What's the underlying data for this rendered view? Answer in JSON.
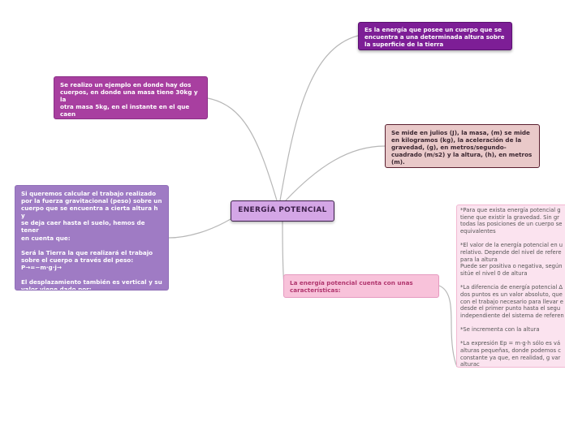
{
  "central": {
    "label": "ENERGÍA POTENCIAL"
  },
  "nodes": {
    "definition": "Es la energía que posee un cuerpo que se\nencuentra a una determinada altura sobre\nla superficie de la tierra",
    "example": "Se realizo un ejemplo en donde hay dos\ncuerpos, en donde una masa tiene 30kg y la\notra masa 5kg, en el instante en el que caen\nla energía va hacer diferente, la mayor sera\nla que tenga una masa mayor.",
    "units": "Se mide en julios (J), la masa, (m) se mide\nen kilogramos (kg), la aceleración de la\ngravedad, (g), en metros/segundo-\ncuadrado (m/s2) y la altura, (h), en metros\n(m).",
    "work": "Si queremos calcular el trabajo realizado\npor la fuerza gravitacional (peso) sobre un\ncuerpo que se encuentra a cierta altura h y\nse deja caer hasta el suelo, hemos de tener\nen cuenta que:\n\nSerá la Tierra la que realizará el trabajo\nsobre el cuerpo a través del peso:\nP→=−m·g·j→\n\nEl desplazamiento también es vertical y su\nvalor viene dado por:\n\nΔr→=−j→·(h−hsuelo)",
    "characteristics": "La energía potencial cuenta con unas\ncaracterísticas:",
    "details": "*Para que exista energía potencial g\ntiene que existir la gravedad. Sin gr\ntodas las posiciones de un cuerpo se\nequivalentes\n\n*El valor de la energía potencial en u\nrelativo. Depende del nivel de refere\npara la altura\nPuede ser positiva o negativa, según\nsitúe el nivel 0 de altura\n\n*La diferencia de energía potencial Δ\ndos puntos es un valor absoluto, que\ncon el trabajo necesario para llevar e\ndesde el primer punto hasta el segu\nindependiente del sistema de referen\n\n*Se incrementa con la altura\n\n*La expresión Ep = m·g·h sólo es vá\nalturas pequeñas, donde podemos c\nconstante ya que, en realidad, g var\nalturac"
  }
}
